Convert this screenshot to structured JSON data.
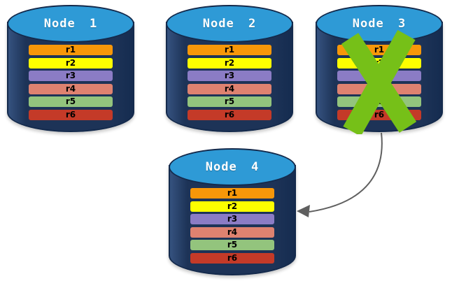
{
  "nodes": [
    {
      "title": "Node 1",
      "rows": [
        "r1",
        "r2",
        "r3",
        "r4",
        "r5",
        "r6"
      ]
    },
    {
      "title": "Node 2",
      "rows": [
        "r1",
        "r2",
        "r3",
        "r4",
        "r5",
        "r6"
      ]
    },
    {
      "title": "Node 3",
      "rows": [
        "r1",
        "r2",
        "r3",
        "r4",
        "r5",
        "r6"
      ]
    },
    {
      "title": "Node 4",
      "rows": [
        "r1",
        "r2",
        "r3",
        "r4",
        "r5",
        "r6"
      ]
    }
  ],
  "colors": {
    "row_colors": [
      "#F79709",
      "#FDFF00",
      "#8B7CC5",
      "#DE8270",
      "#93C47D",
      "#C43A28"
    ],
    "cylinder_body": "#1D3357",
    "cylinder_top": "#2E9AD6",
    "failure_x_green": "#76C018",
    "arrow_gray": "#5F5F5F"
  },
  "annotations": {
    "failed_node": "Node 3",
    "arrow_from": "Node 3",
    "arrow_to": "Node 4"
  }
}
